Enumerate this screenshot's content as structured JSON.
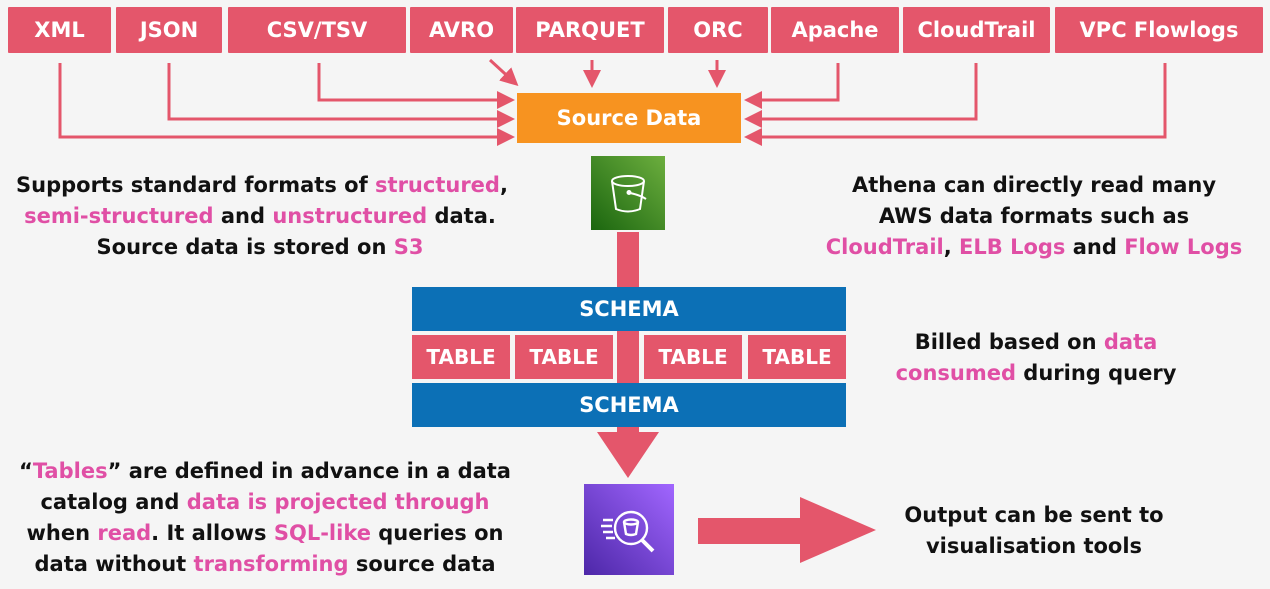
{
  "formats": [
    {
      "label": "XML"
    },
    {
      "label": "JSON"
    },
    {
      "label": "CSV/TSV"
    },
    {
      "label": "AVRO"
    },
    {
      "label": "PARQUET"
    },
    {
      "label": "ORC"
    },
    {
      "label": "Apache"
    },
    {
      "label": "CloudTrail"
    },
    {
      "label": "VPC Flowlogs"
    }
  ],
  "source_data": {
    "label": "Source Data"
  },
  "icons": {
    "s3": "s3-bucket-icon",
    "athena": "athena-icon"
  },
  "schema": {
    "top_label": "SCHEMA",
    "bottom_label": "SCHEMA"
  },
  "tables": [
    {
      "label": "TABLE"
    },
    {
      "label": "TABLE"
    },
    {
      "label": "TABLE"
    },
    {
      "label": "TABLE"
    }
  ],
  "notes": {
    "formats": {
      "t1": "Supports standard formats of ",
      "h1": "structured",
      "t2": ",",
      "h2": "semi-structured",
      "t3": " and ",
      "h3": "unstructured",
      "t4": " data.",
      "t5": "Source data is stored on ",
      "h4": "S3"
    },
    "athena_read": {
      "t1": "Athena can directly read many",
      "t2": "AWS data formats such as",
      "h1": "CloudTrail",
      "t3": ", ",
      "h2": "ELB Logs",
      "t4": " and ",
      "h3": "Flow Logs"
    },
    "billing": {
      "t1": "Billed based on ",
      "h1": "data",
      "h2": "consumed",
      "t2": " during query"
    },
    "tables": {
      "t1": "“",
      "h1": "Tables",
      "t2": "” are defined in advance in a data",
      "t3": "catalog and ",
      "h2": "data is projected through",
      "t4": "when ",
      "h3": "read",
      "t5": ". It allows ",
      "h4": "SQL-like",
      "t6": " queries on",
      "t7": "data without ",
      "h5": "transforming",
      "t8": " source data"
    },
    "output": {
      "t1": "Output can be sent to",
      "t2": "visualisation tools"
    }
  },
  "colors": {
    "format_box": "#e4566b",
    "source_box": "#f79320",
    "schema_box": "#0c70b6",
    "highlight": "#e04fa5",
    "background": "#f5f5f5"
  }
}
